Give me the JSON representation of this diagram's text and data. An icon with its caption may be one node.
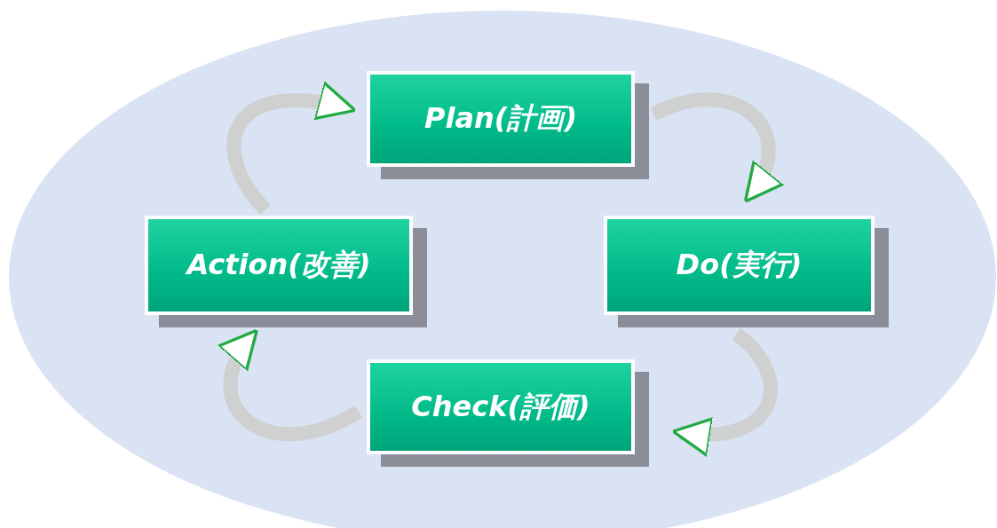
{
  "diagram": {
    "nodes": [
      {
        "text": [
          "Plan(計画)"
        ]
      },
      {
        "text": [
          "Do(実行)"
        ]
      },
      {
        "text": [
          "Check(評価)"
        ]
      },
      {
        "text": [
          "Action(改善)"
        ]
      }
    ],
    "edges": [
      {
        "from": 0,
        "to": 1,
        "arrow": "to"
      },
      {
        "from": 1,
        "to": 2,
        "arrow": "to"
      },
      {
        "from": 2,
        "to": 3,
        "arrow": "to"
      },
      {
        "from": 3,
        "to": 0,
        "arrow": "to"
      }
    ]
  }
}
